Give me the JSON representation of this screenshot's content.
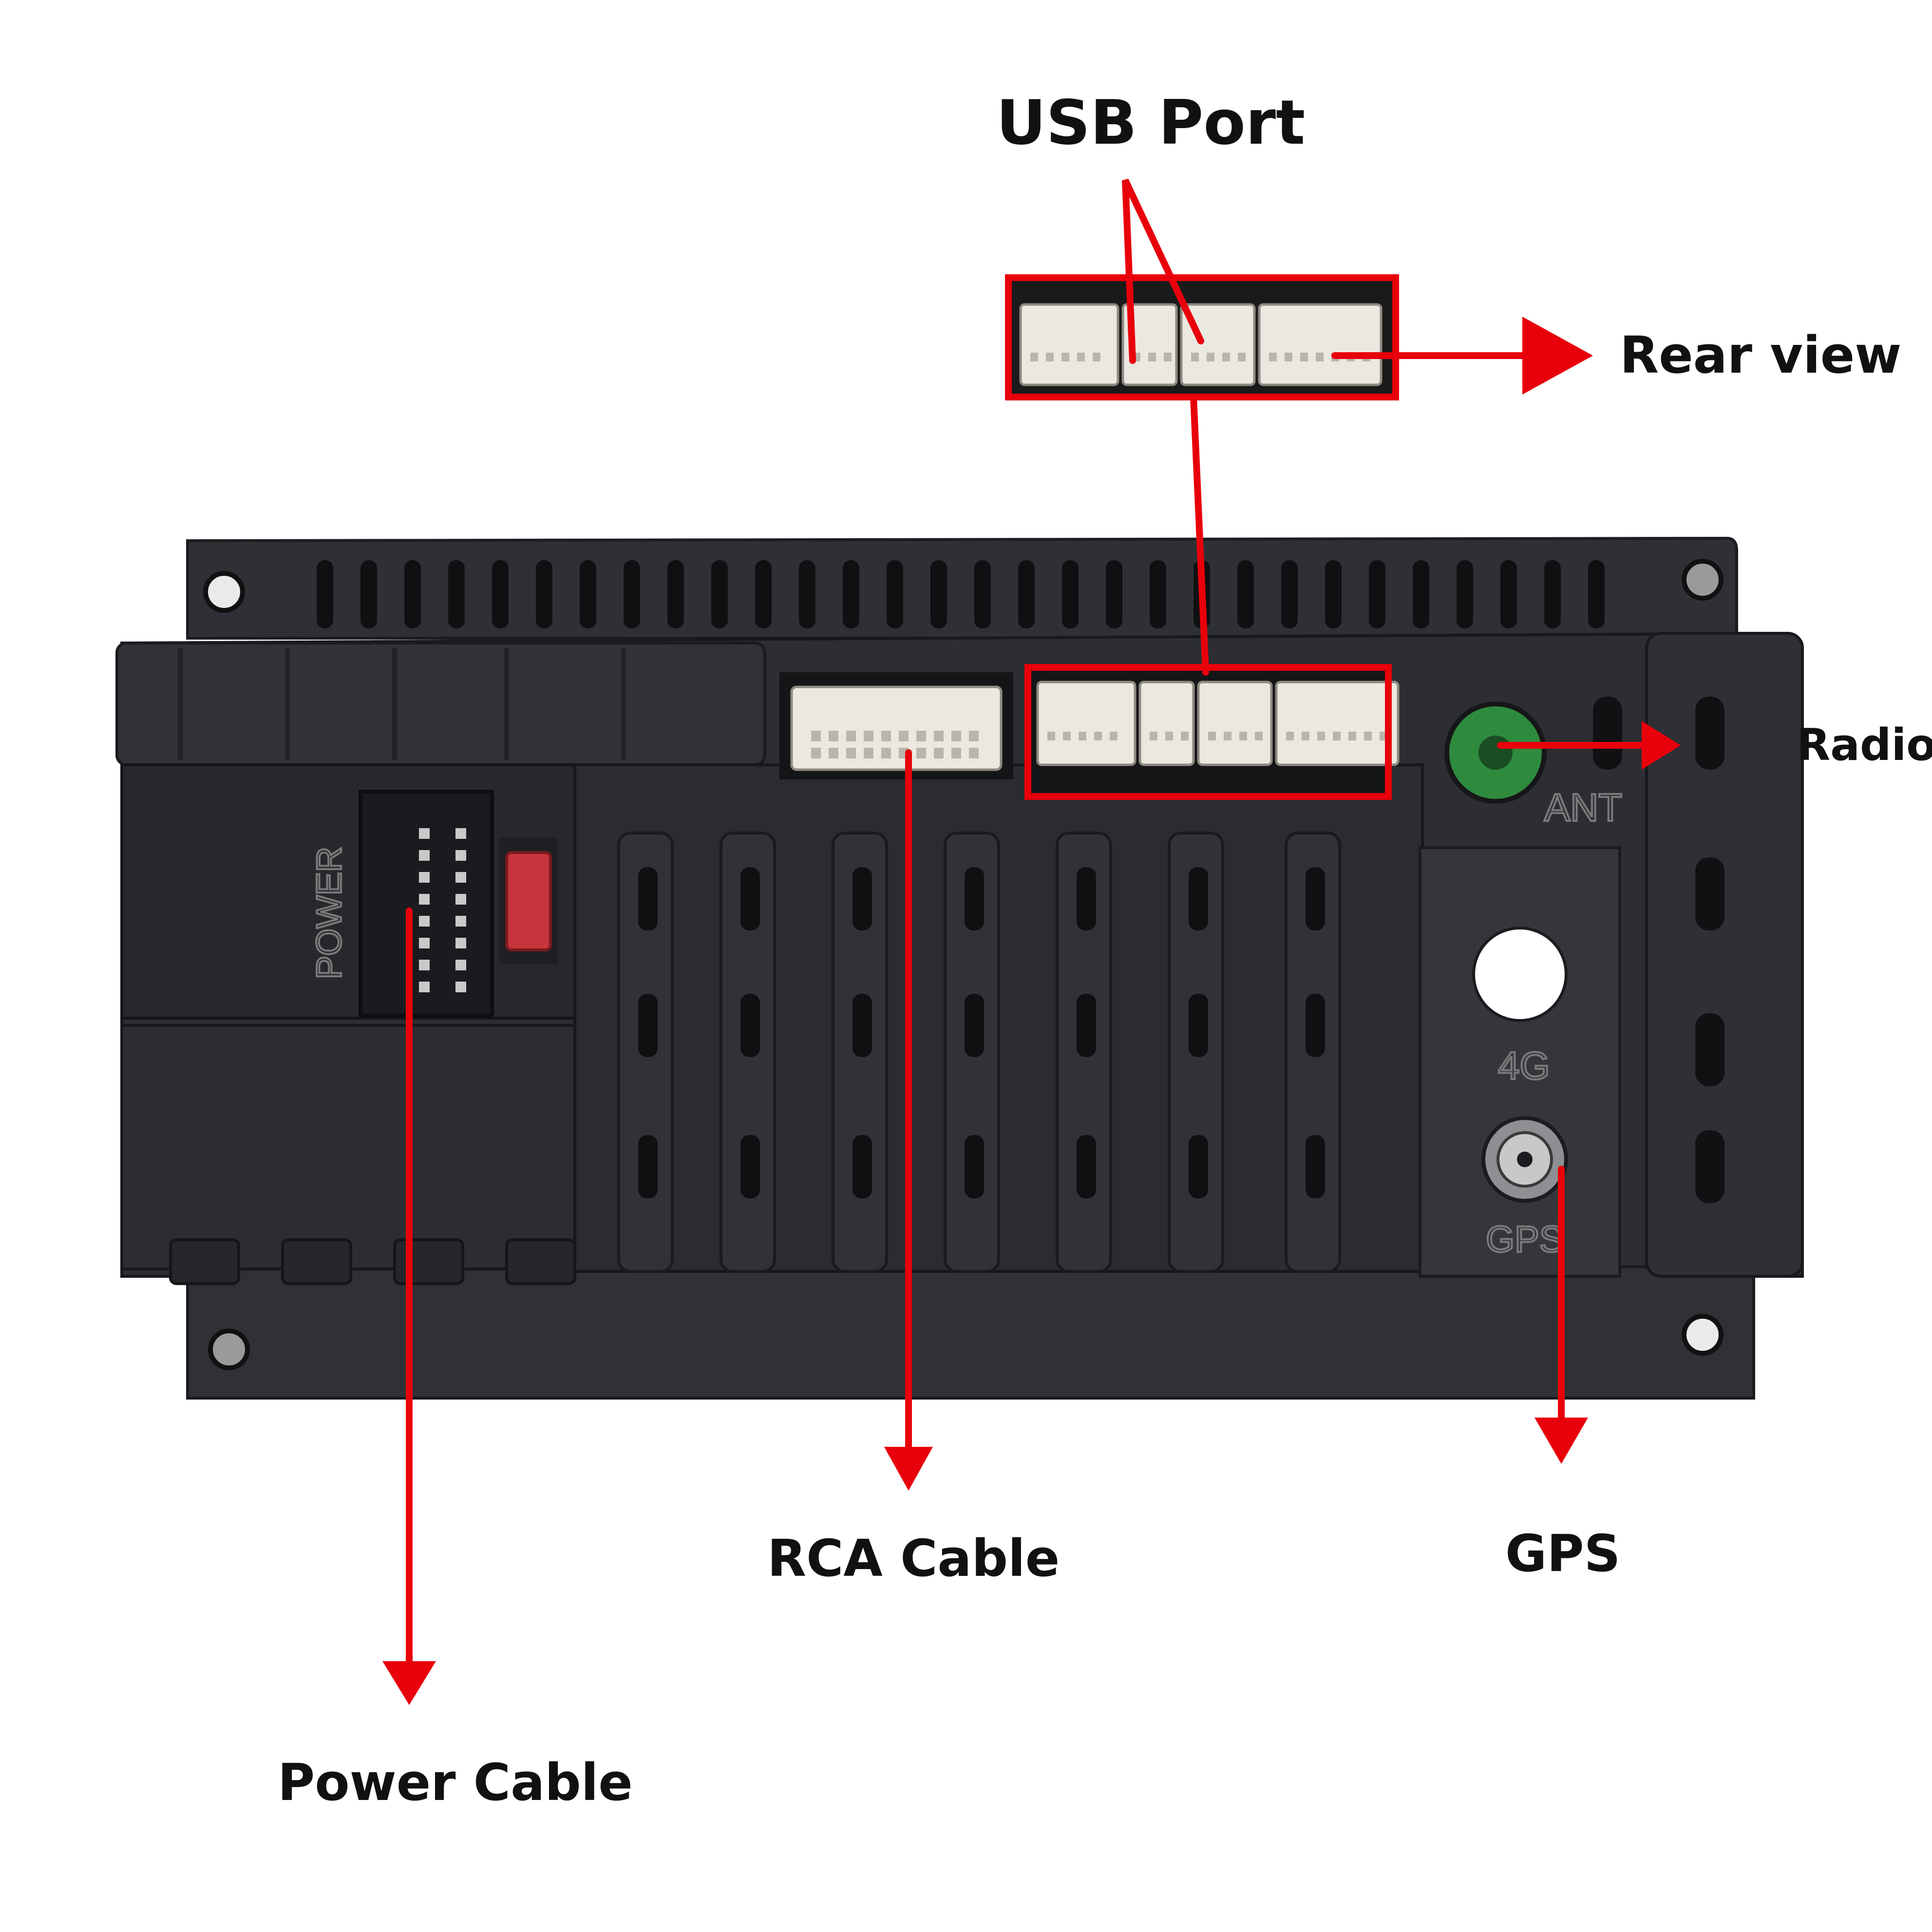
{
  "labels": {
    "usb_port": "USB Port",
    "rear_view": "Rear view",
    "radio": "Radio",
    "rca_cable": "RCA Cable",
    "gps": "GPS",
    "power_cable": "Power Cable"
  },
  "unit_markings": {
    "power": "POWER",
    "ant": "ANT",
    "four_g": "4G",
    "gps": "GPS"
  },
  "colors": {
    "annotation": "#e8000b",
    "chassis": "#2b2d31",
    "connector": "#ebe8e1",
    "antenna_jack": "#2e8b3e",
    "fuse": "#c8343d"
  }
}
